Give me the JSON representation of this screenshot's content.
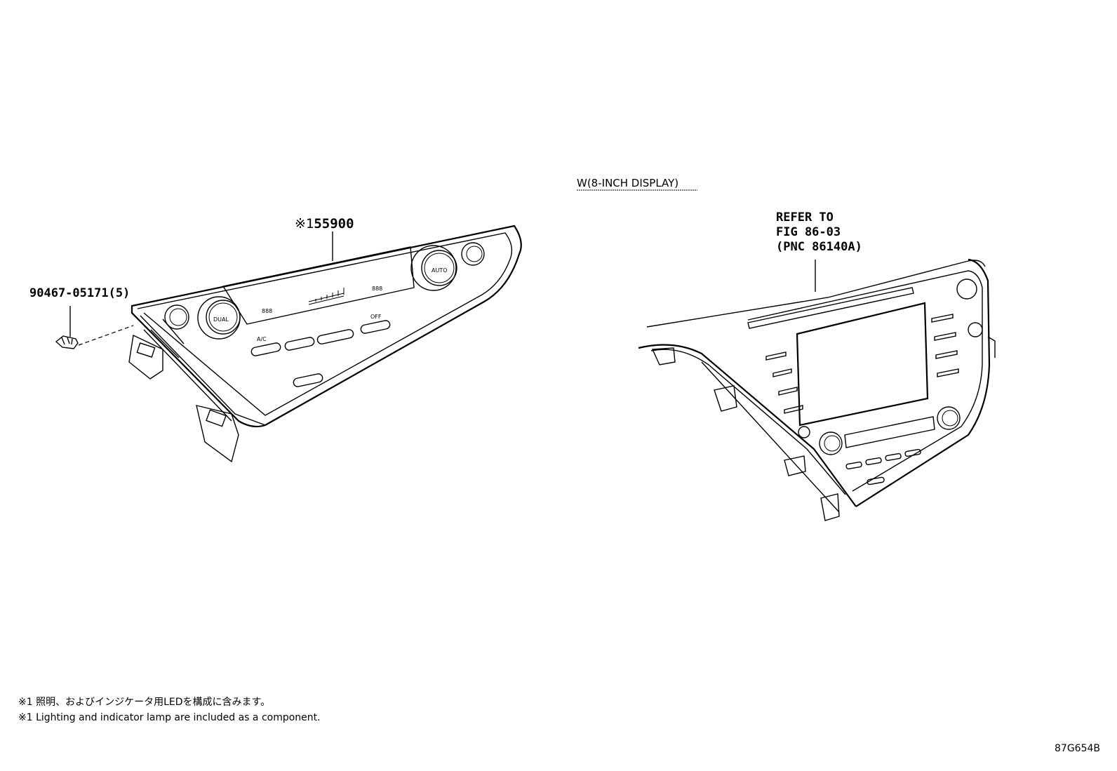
{
  "parts": {
    "control_panel": {
      "mark": "※1",
      "number": "55900"
    },
    "clip": {
      "number": "90467-05171(5)"
    }
  },
  "variant": {
    "label": "W(8-INCH DISPLAY)"
  },
  "reference": {
    "line1": "REFER TO",
    "line2": "FIG 86-03",
    "line3": "(PNC 86140A)"
  },
  "panel_labels": {
    "dual": "DUAL",
    "auto": "AUTO",
    "ac": "A/C",
    "off": "OFF",
    "display_digits": "888"
  },
  "notes": {
    "japanese": "※1 照明、およびインジケータ用LEDを構成に含みます。",
    "english": "※1 Lighting and indicator lamp are included as a component."
  },
  "figure_code": "87G654B"
}
